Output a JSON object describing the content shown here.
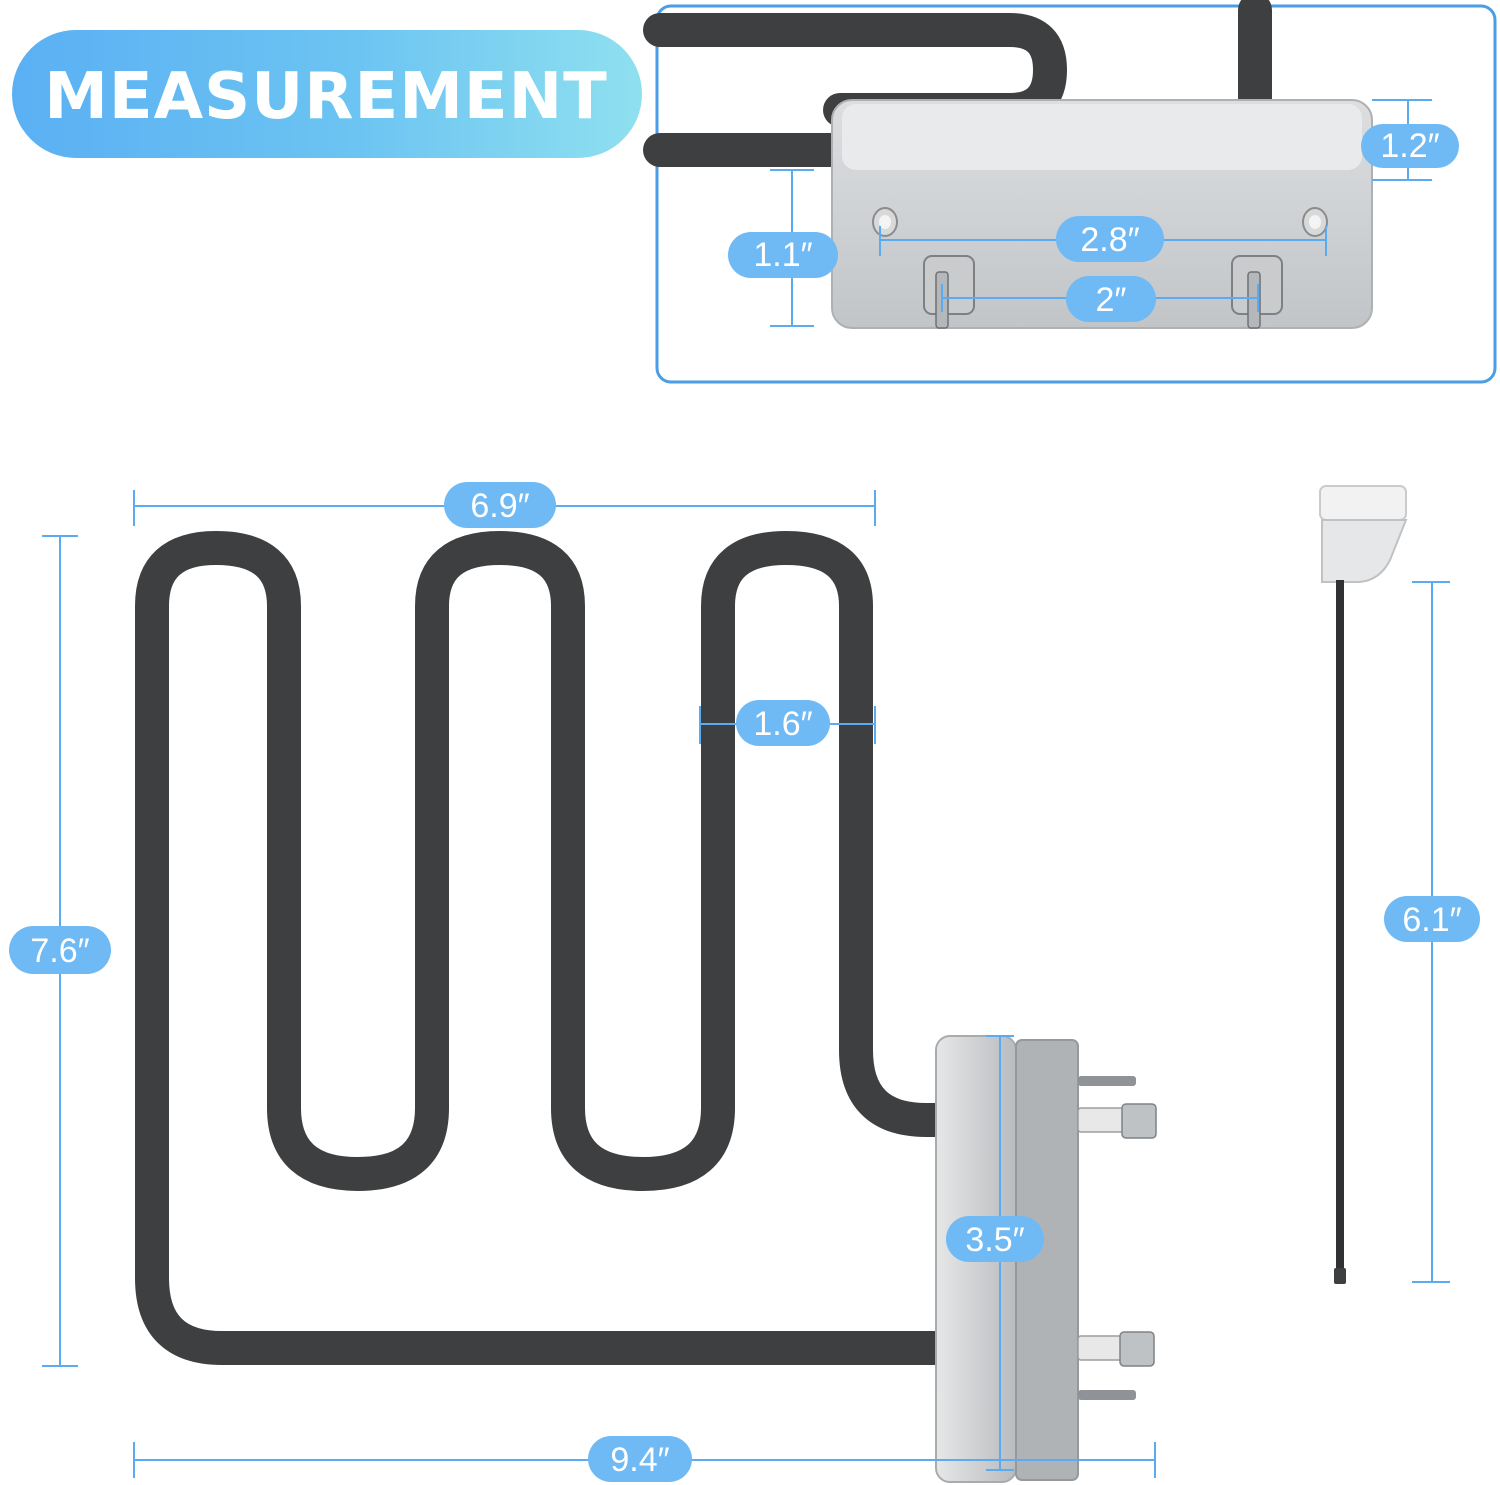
{
  "header": {
    "title": "MEASUREMENT"
  },
  "colors": {
    "accent": "#5aabf2",
    "accent_dark": "#3f95e4",
    "label_fill": "#6fb9f5",
    "label_text": "#ffffff",
    "tube": "#3d3f40",
    "steel": "#cfd1d3",
    "frame": "#4b9ee6"
  },
  "detail_view": {
    "height_label": "1.2″",
    "bracket_label": "1.1″",
    "pin_spacing_label": "2.8″",
    "terminal_spacing_label": "2″"
  },
  "element_view": {
    "loop_span_label": "6.9″",
    "height_label": "7.6″",
    "loop_width_label": "1.6″",
    "bracket_length_label": "3.5″",
    "total_width_label": "9.4″"
  },
  "sensor_view": {
    "rod_length_label": "6.1″"
  }
}
